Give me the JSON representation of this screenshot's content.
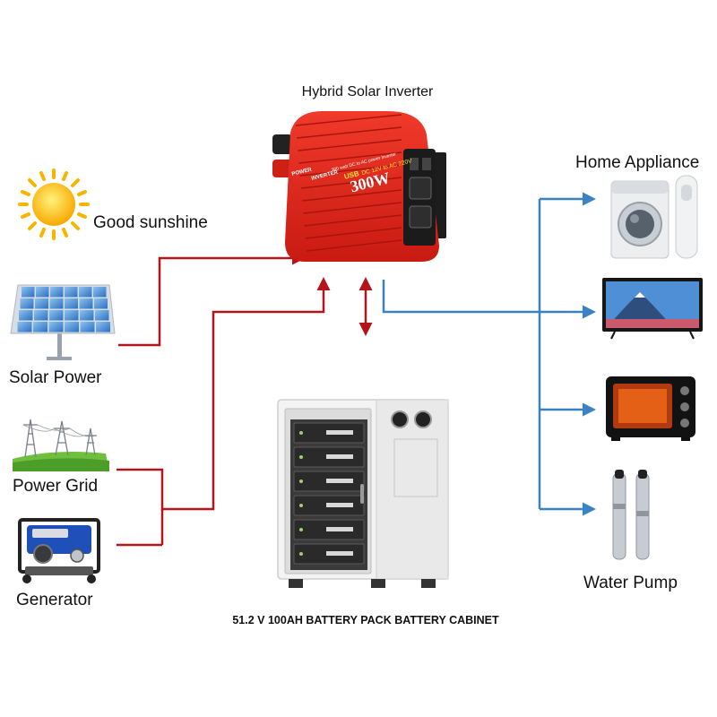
{
  "labels": {
    "inverter": "Hybrid Solar Inverter",
    "sunshine": "Good sunshine",
    "solar": "Solar Power",
    "grid": "Power Grid",
    "generator": "Generator",
    "home": "Home Appliance",
    "pump": "Water Pump",
    "battery": "51.2 V 100AH BATTERY PACK BATTERY CABINET"
  },
  "inverter_face": {
    "brand_line1": "POWER",
    "brand_line2": "INVERTER",
    "desc": "300 watt DC to AC power inverter",
    "usb": "USB",
    "spec": "DC 12V to AC 220V",
    "rating": "300W"
  },
  "colors": {
    "input_line": "#b3151b",
    "output_line": "#3b82c4",
    "inverter_body": "#e8291c",
    "cabinet": "#f2f2f2"
  },
  "icons": [
    "sun-icon",
    "solar-panel-icon",
    "power-tower-icon",
    "generator-icon",
    "washing-machine-icon",
    "air-conditioner-icon",
    "tv-icon",
    "oven-icon",
    "water-pump-icon"
  ]
}
